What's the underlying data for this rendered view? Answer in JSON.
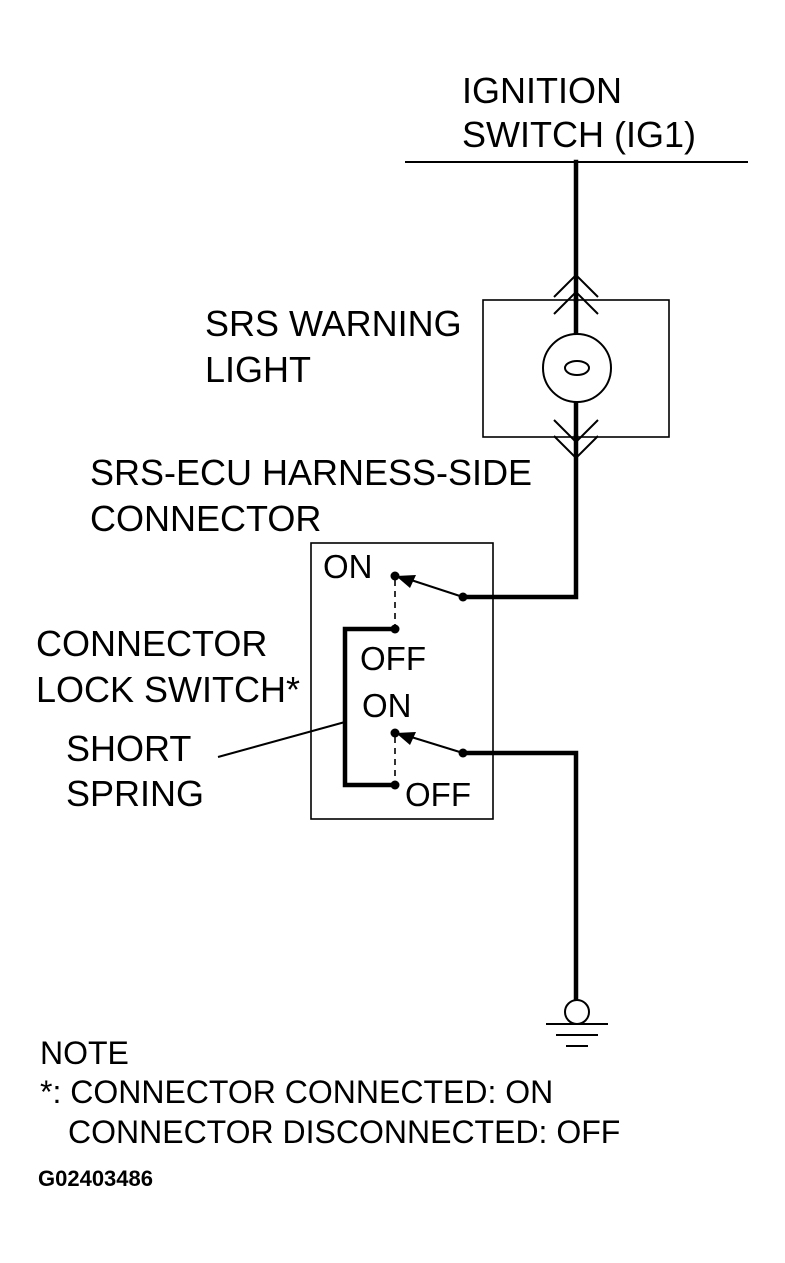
{
  "labels": {
    "ignition_line1": "IGNITION",
    "ignition_line2": "SWITCH (IG1)",
    "warning_line1": "SRS WARNING",
    "warning_line2": "LIGHT",
    "connector_line1": "SRS-ECU HARNESS-SIDE",
    "connector_line2": "CONNECTOR",
    "lockswitch_line1": "CONNECTOR",
    "lockswitch_line2": "LOCK SWITCH*",
    "spring_line1": "SHORT",
    "spring_line2": "SPRING"
  },
  "switch_states": {
    "upper_on": "ON",
    "upper_off": "OFF",
    "lower_on": "ON",
    "lower_off": "OFF"
  },
  "note": {
    "title": "NOTE",
    "line1": "*: CONNECTOR CONNECTED: ON",
    "line2": "CONNECTOR DISCONNECTED: OFF"
  },
  "figure_code": "G02403486"
}
